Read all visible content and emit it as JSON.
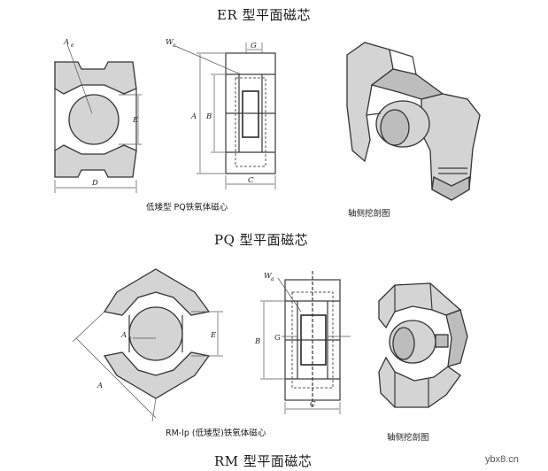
{
  "headings": {
    "er": "ER 型平面磁芯",
    "pq": "PQ 型平面磁芯",
    "rm": "RM 型平面磁芯"
  },
  "captions": {
    "pq_low_profile": "低矮型 PQ铁氧体磁心",
    "pq_cutaway": "轴侧挖剖图",
    "rm_low_profile": "RM-lp (低矮型)铁氧体磁心",
    "rm_cutaway": "轴侧挖剖图"
  },
  "dimension_labels": {
    "ae": "A",
    "ae_sub": "e",
    "wa": "W",
    "wa_sub": "a",
    "g": "G",
    "a": "A",
    "b": "B",
    "c": "C",
    "d": "D",
    "e": "E"
  },
  "watermark": "ybx8.cn"
}
